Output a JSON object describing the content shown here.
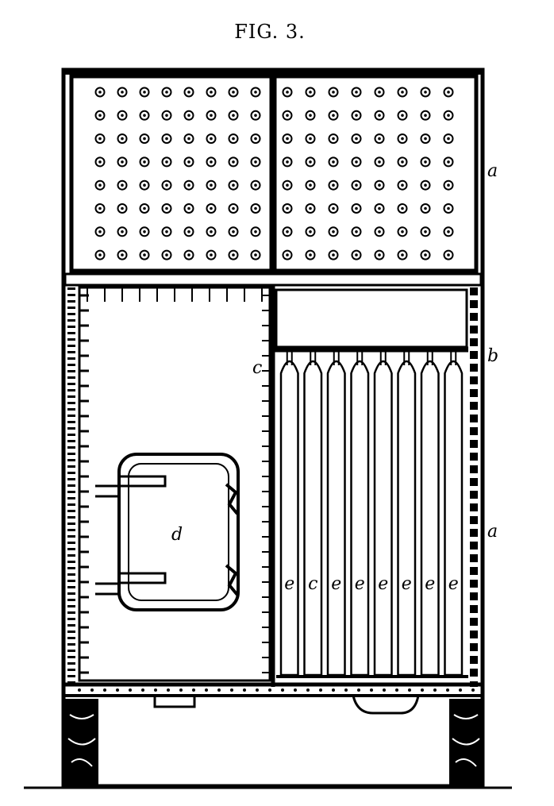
{
  "figure": {
    "title": "FIG. 3.",
    "labels": {
      "a_top": "a",
      "b": "b",
      "c": "c",
      "a_side": "a",
      "d": "d",
      "e": [
        "e",
        "c",
        "e",
        "e",
        "e",
        "e",
        "e",
        "e"
      ]
    },
    "perforations": {
      "rows": 8,
      "cols_per_panel": 8
    },
    "tube_count": 8
  }
}
